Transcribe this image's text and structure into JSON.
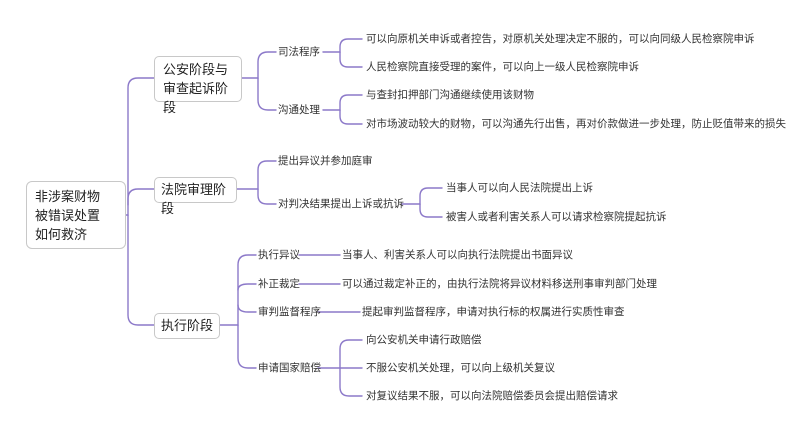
{
  "colors": {
    "line": "#8c79c9",
    "border": "#c8c8c8",
    "text": "#333333"
  },
  "root": {
    "line1": "非涉案财物",
    "line2": "被错误处置",
    "line3": "如何救济"
  },
  "branches": {
    "public_security": {
      "title_line1": "公安阶段与",
      "title_line2": "审查起诉阶段",
      "judicial_procedure": {
        "label": "司法程序",
        "items": [
          "可以向原机关申诉或者控告，对原机关处理决定不服的，可以向同级人民检察院申诉",
          "人民检察院直接受理的案件，可以向上一级人民检察院申诉"
        ]
      },
      "communication": {
        "label": "沟通处理",
        "items": [
          "与查封扣押部门沟通继续使用该财物",
          "对市场波动较大的财物，可以沟通先行出售，再对价款做进一步处理，防止贬值带来的损失"
        ]
      }
    },
    "court_trial": {
      "title": "法院审理阶段",
      "objection": "提出异议并参加庭审",
      "appeal": {
        "label": "对判决结果提出上诉或抗诉",
        "items": [
          "当事人可以向人民法院提出上诉",
          "被害人或者利害关系人可以请求检察院提起抗诉"
        ]
      }
    },
    "execution": {
      "title": "执行阶段",
      "execution_objection": {
        "label": "执行异议",
        "item": "当事人、利害关系人可以向执行法院提出书面异议"
      },
      "correction_ruling": {
        "label": "补正裁定",
        "item": "可以通过裁定补正的，由执行法院将异议材料移送刑事审判部门处理"
      },
      "trial_supervision": {
        "label": "审判监督程序",
        "item": "提起审判监督程序，申请对执行标的权属进行实质性审查"
      },
      "state_compensation": {
        "label": "申请国家赔偿",
        "items": [
          "向公安机关申请行政赔偿",
          "不服公安机关处理，可以向上级机关复议",
          "对复议结果不服，可以向法院赔偿委员会提出赔偿请求"
        ]
      }
    }
  }
}
